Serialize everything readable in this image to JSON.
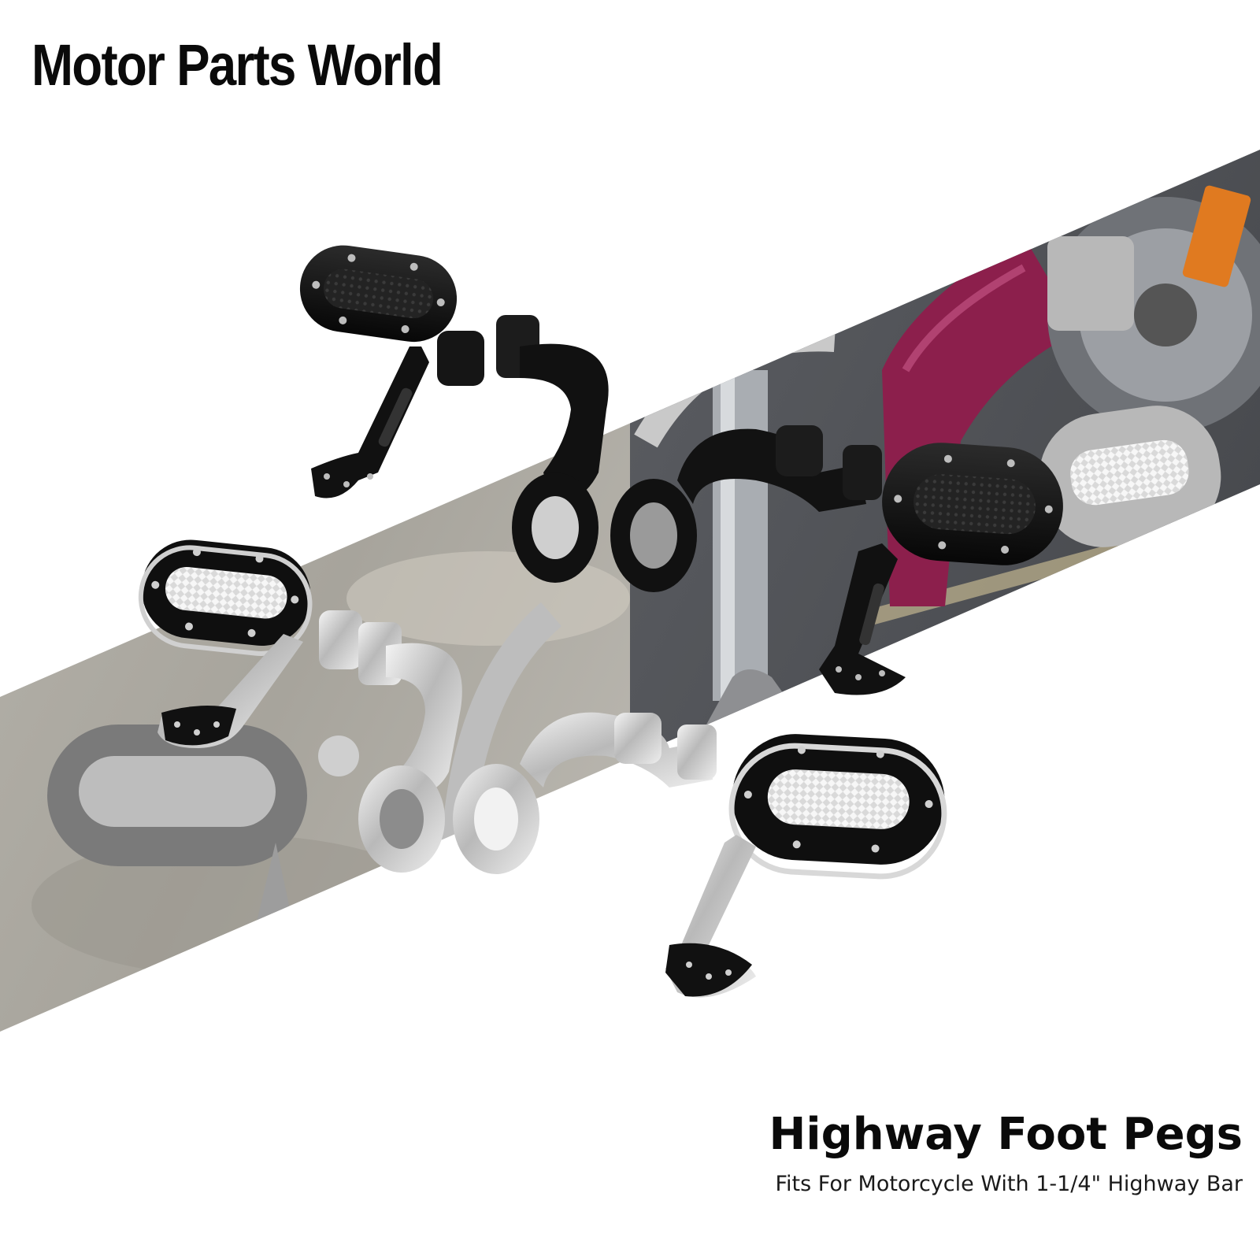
{
  "brand": {
    "name": "Motor Parts World"
  },
  "product": {
    "title": "Highway Foot Pegs",
    "subtitle": "Fits For Motorcycle With 1-1/4\" Highway Bar"
  },
  "product_photo": {
    "icon": "highway-foot-pegs-photo",
    "finishes": [
      "black",
      "chrome"
    ]
  },
  "colors": {
    "text": "#0a0a0a",
    "background": "#ffffff",
    "black_finish": "#141414",
    "chrome_finish": "#d8d8d8",
    "fender_accent": "#8c1f4c",
    "road_line": "#d6c79a"
  }
}
